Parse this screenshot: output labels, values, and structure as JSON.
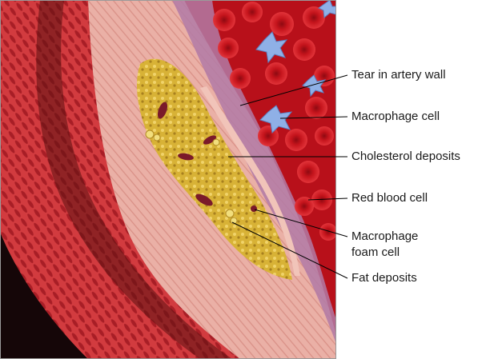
{
  "labels": {
    "tear": "Tear in artery wall",
    "macrophage": "Macrophage cell",
    "cholesterol": "Cholesterol deposits",
    "red_blood_cell": "Red blood cell",
    "foam_line1": "Macrophage",
    "foam_line2": "foam cell",
    "fat": "Fat deposits"
  },
  "colors": {
    "artery_wall": "#e8a29a",
    "muscle_layer": "#c8323a",
    "plaque": "#d9b53a",
    "blood_cell": "#d01a22",
    "macrophage": "#8fb0e6",
    "lumen_dark": "#1c0a0a"
  }
}
